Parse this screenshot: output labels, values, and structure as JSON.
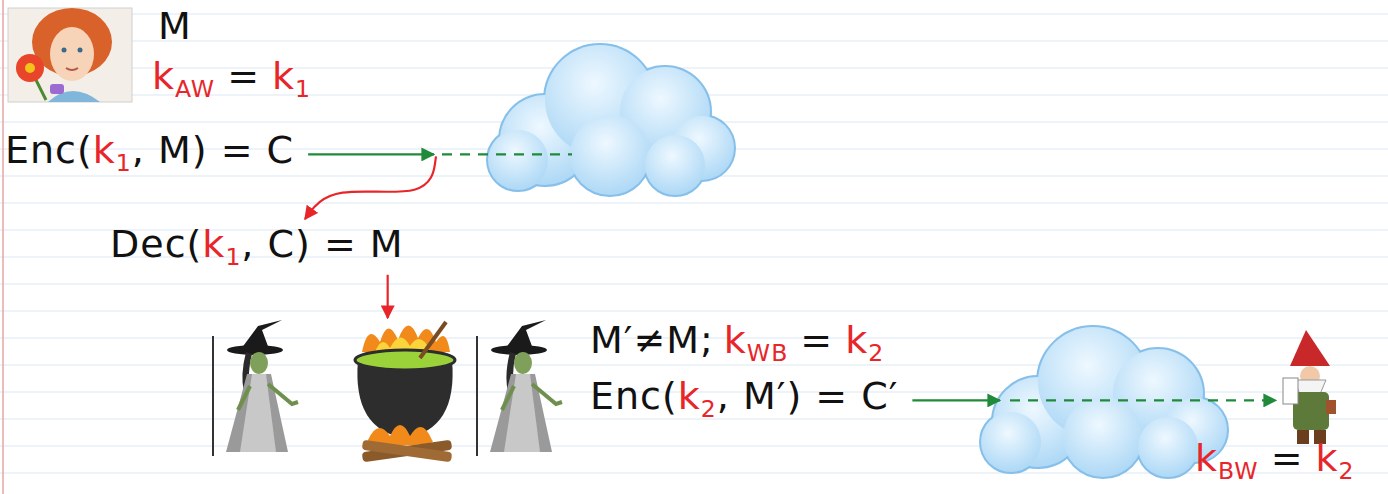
{
  "diagram": {
    "labels": [
      "M",
      "k",
      "AW",
      "=",
      "k",
      "1",
      "Enc(",
      "k",
      "1",
      ", M) = C",
      "Dec(",
      "k",
      "1",
      ", C) = M",
      "M′≠M;",
      "k",
      "WB",
      "=",
      "k",
      "2",
      "Enc(",
      "k",
      "2",
      ", M′) = C′",
      "k",
      "BW",
      "=",
      "k",
      "2"
    ]
  }
}
